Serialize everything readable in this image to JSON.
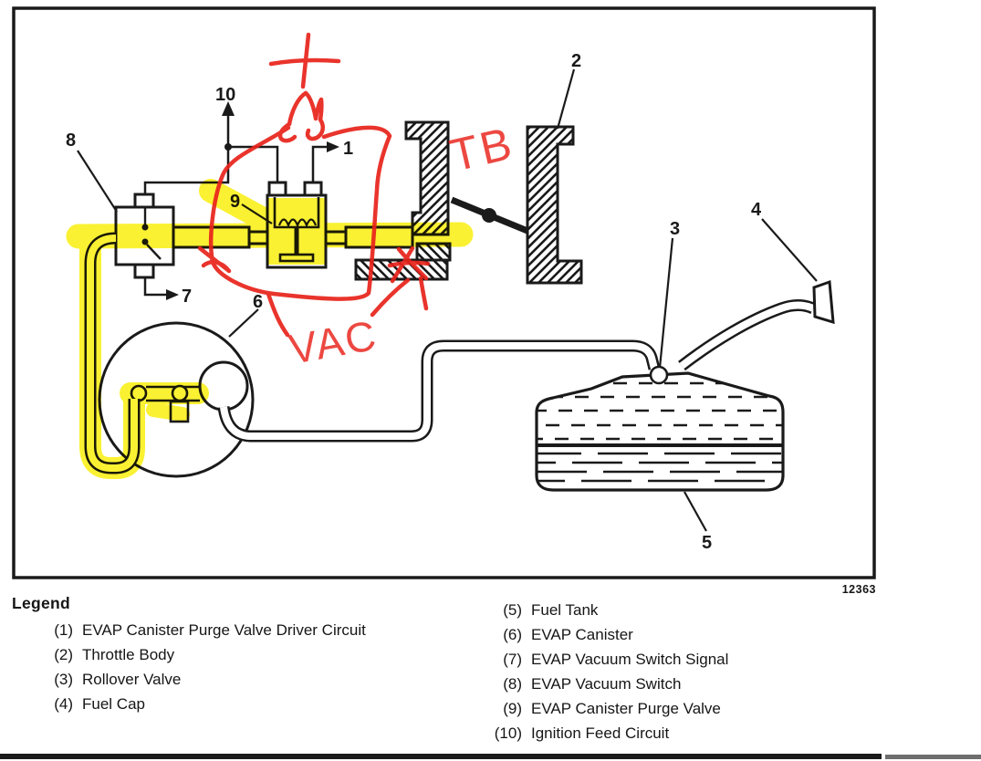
{
  "figure": {
    "code": "12363"
  },
  "callouts": {
    "c1": "1",
    "c2": "2",
    "c3": "3",
    "c4": "4",
    "c5": "5",
    "c6": "6",
    "c7": "7",
    "c8": "8",
    "c9": "9",
    "c10": "10"
  },
  "annotations": {
    "plus": "+",
    "throttle_body": "TB",
    "vacuum": "VAC"
  },
  "legend": {
    "title": "Legend",
    "left": [
      {
        "num": "(1)",
        "label": "EVAP Canister Purge Valve Driver Circuit"
      },
      {
        "num": "(2)",
        "label": "Throttle Body"
      },
      {
        "num": "(3)",
        "label": "Rollover Valve"
      },
      {
        "num": "(4)",
        "label": "Fuel Cap"
      }
    ],
    "right": [
      {
        "num": "(5)",
        "label": "Fuel Tank"
      },
      {
        "num": "(6)",
        "label": "EVAP Canister"
      },
      {
        "num": "(7)",
        "label": "EVAP Vacuum Switch Signal"
      },
      {
        "num": "(8)",
        "label": "EVAP Vacuum Switch"
      },
      {
        "num": "(9)",
        "label": "EVAP Canister Purge Valve"
      },
      {
        "num": "(10)",
        "label": "Ignition Feed Circuit"
      }
    ]
  },
  "colors": {
    "ink": "#1a1a1a",
    "marker_red": "#e8231b",
    "highlighter_yellow": "#f9ee00",
    "paper": "#ffffff"
  }
}
